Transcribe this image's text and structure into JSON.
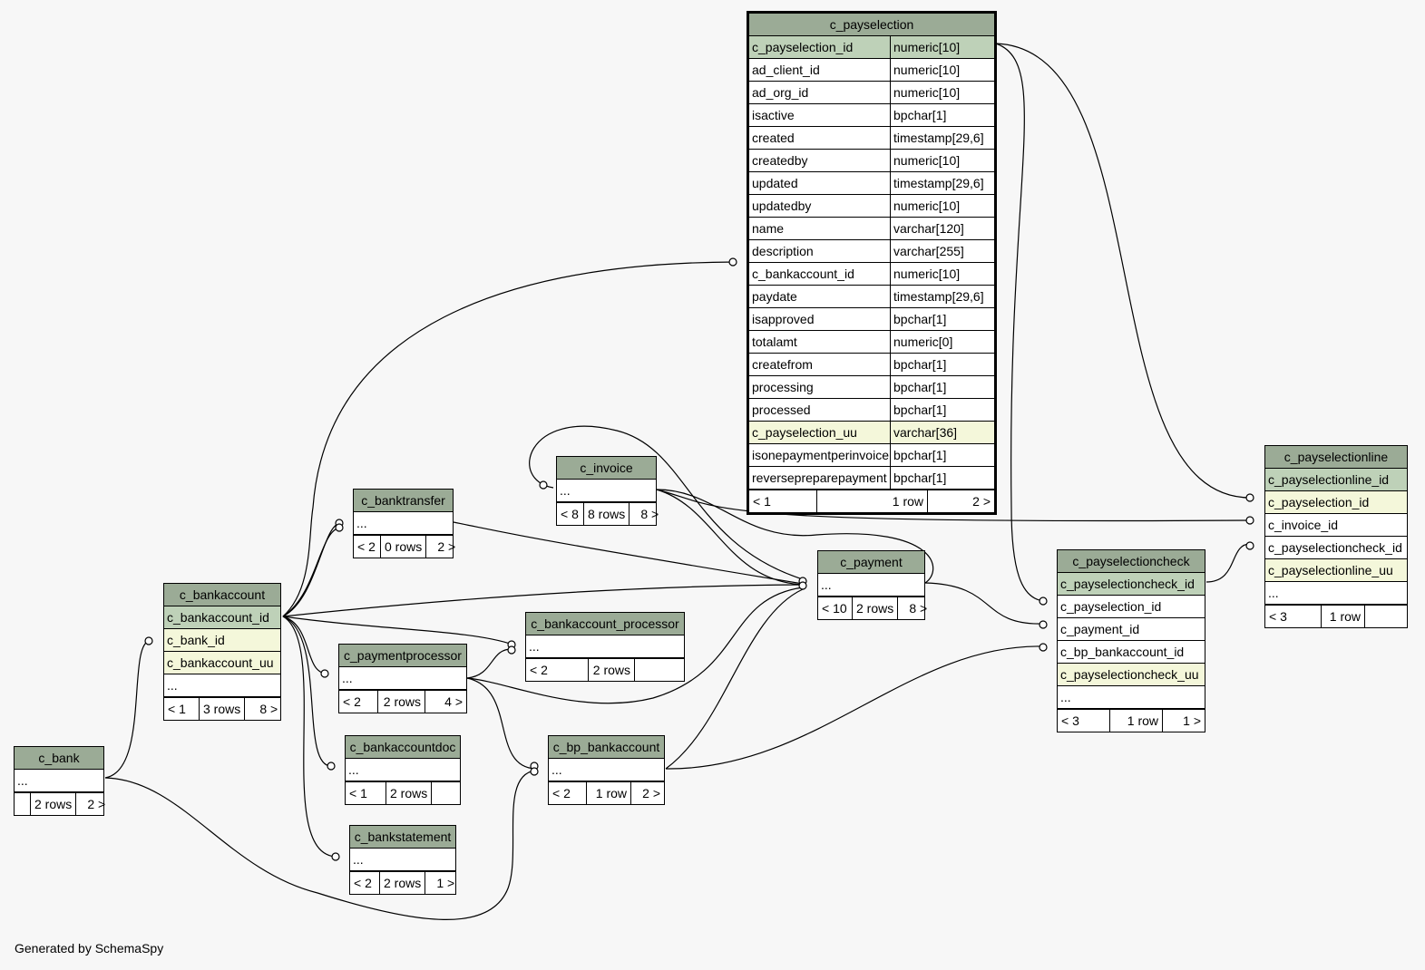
{
  "footer": "Generated by SchemaSpy",
  "colors": {
    "header": "#9bab96",
    "primary_key": "#bed1b8",
    "indexed": "#f4f7da",
    "background": "#f7f7f7"
  },
  "tables": {
    "c_payselection": {
      "name": "c_payselection",
      "columns": [
        {
          "name": "c_payselection_id",
          "type": "numeric[10]",
          "kind": "pk"
        },
        {
          "name": "ad_client_id",
          "type": "numeric[10]",
          "kind": ""
        },
        {
          "name": "ad_org_id",
          "type": "numeric[10]",
          "kind": ""
        },
        {
          "name": "isactive",
          "type": "bpchar[1]",
          "kind": ""
        },
        {
          "name": "created",
          "type": "timestamp[29,6]",
          "kind": ""
        },
        {
          "name": "createdby",
          "type": "numeric[10]",
          "kind": ""
        },
        {
          "name": "updated",
          "type": "timestamp[29,6]",
          "kind": ""
        },
        {
          "name": "updatedby",
          "type": "numeric[10]",
          "kind": ""
        },
        {
          "name": "name",
          "type": "varchar[120]",
          "kind": ""
        },
        {
          "name": "description",
          "type": "varchar[255]",
          "kind": ""
        },
        {
          "name": "c_bankaccount_id",
          "type": "numeric[10]",
          "kind": ""
        },
        {
          "name": "paydate",
          "type": "timestamp[29,6]",
          "kind": ""
        },
        {
          "name": "isapproved",
          "type": "bpchar[1]",
          "kind": ""
        },
        {
          "name": "totalamt",
          "type": "numeric[0]",
          "kind": ""
        },
        {
          "name": "createfrom",
          "type": "bpchar[1]",
          "kind": ""
        },
        {
          "name": "processing",
          "type": "bpchar[1]",
          "kind": ""
        },
        {
          "name": "processed",
          "type": "bpchar[1]",
          "kind": ""
        },
        {
          "name": "c_payselection_uu",
          "type": "varchar[36]",
          "kind": "idx"
        },
        {
          "name": "isonepaymentperinvoice",
          "type": "bpchar[1]",
          "kind": ""
        },
        {
          "name": "reversepreparepayment",
          "type": "bpchar[1]",
          "kind": ""
        }
      ],
      "footer": {
        "parents": "< 1",
        "rows": "1 row",
        "children": "2 >"
      }
    },
    "c_payselectionline": {
      "name": "c_payselectionline",
      "columns": [
        {
          "name": "c_payselectionline_id",
          "kind": "pk"
        },
        {
          "name": "c_payselection_id",
          "kind": "idx"
        },
        {
          "name": "c_invoice_id",
          "kind": ""
        },
        {
          "name": "c_payselectioncheck_id",
          "kind": ""
        },
        {
          "name": "c_payselectionline_uu",
          "kind": "idx"
        },
        {
          "name": "...",
          "kind": ""
        }
      ],
      "footer": {
        "parents": "< 3",
        "rows": "1 row",
        "children": ""
      }
    },
    "c_payselectioncheck": {
      "name": "c_payselectioncheck",
      "columns": [
        {
          "name": "c_payselectioncheck_id",
          "kind": "pk"
        },
        {
          "name": "c_payselection_id",
          "kind": ""
        },
        {
          "name": "c_payment_id",
          "kind": ""
        },
        {
          "name": "c_bp_bankaccount_id",
          "kind": ""
        },
        {
          "name": "c_payselectioncheck_uu",
          "kind": "idx"
        },
        {
          "name": "...",
          "kind": ""
        }
      ],
      "footer": {
        "parents": "< 3",
        "rows": "1 row",
        "children": "1 >"
      }
    },
    "c_payment": {
      "name": "c_payment",
      "columns": [
        {
          "name": "...",
          "kind": ""
        }
      ],
      "footer": {
        "parents": "< 10",
        "rows": "2 rows",
        "children": "8 >"
      }
    },
    "c_invoice": {
      "name": "c_invoice",
      "columns": [
        {
          "name": "...",
          "kind": ""
        }
      ],
      "footer": {
        "parents": "< 8",
        "rows": "8 rows",
        "children": "8 >"
      }
    },
    "c_banktransfer": {
      "name": "c_banktransfer",
      "columns": [
        {
          "name": "...",
          "kind": ""
        }
      ],
      "footer": {
        "parents": "< 2",
        "rows": "0 rows",
        "children": "2 >"
      }
    },
    "c_bankaccount": {
      "name": "c_bankaccount",
      "columns": [
        {
          "name": "c_bankaccount_id",
          "kind": "pk"
        },
        {
          "name": "c_bank_id",
          "kind": "idx"
        },
        {
          "name": "c_bankaccount_uu",
          "kind": "idx"
        },
        {
          "name": "...",
          "kind": ""
        }
      ],
      "footer": {
        "parents": "< 1",
        "rows": "3 rows",
        "children": "8 >"
      }
    },
    "c_bankaccount_processor": {
      "name": "c_bankaccount_processor",
      "columns": [
        {
          "name": "...",
          "kind": ""
        }
      ],
      "footer": {
        "parents": "< 2",
        "rows": "2 rows",
        "children": ""
      }
    },
    "c_paymentprocessor": {
      "name": "c_paymentprocessor",
      "columns": [
        {
          "name": "...",
          "kind": ""
        }
      ],
      "footer": {
        "parents": "< 2",
        "rows": "2 rows",
        "children": "4 >"
      }
    },
    "c_bankaccountdoc": {
      "name": "c_bankaccountdoc",
      "columns": [
        {
          "name": "...",
          "kind": ""
        }
      ],
      "footer": {
        "parents": "< 1",
        "rows": "2 rows",
        "children": ""
      }
    },
    "c_bp_bankaccount": {
      "name": "c_bp_bankaccount",
      "columns": [
        {
          "name": "...",
          "kind": ""
        }
      ],
      "footer": {
        "parents": "< 2",
        "rows": "1 row",
        "children": "2 >"
      }
    },
    "c_bankstatement": {
      "name": "c_bankstatement",
      "columns": [
        {
          "name": "...",
          "kind": ""
        }
      ],
      "footer": {
        "parents": "< 2",
        "rows": "2 rows",
        "children": "1 >"
      }
    },
    "c_bank": {
      "name": "c_bank",
      "columns": [
        {
          "name": "...",
          "kind": ""
        }
      ],
      "footer": {
        "parents": "",
        "rows": "2 rows",
        "children": "2 >"
      }
    }
  }
}
